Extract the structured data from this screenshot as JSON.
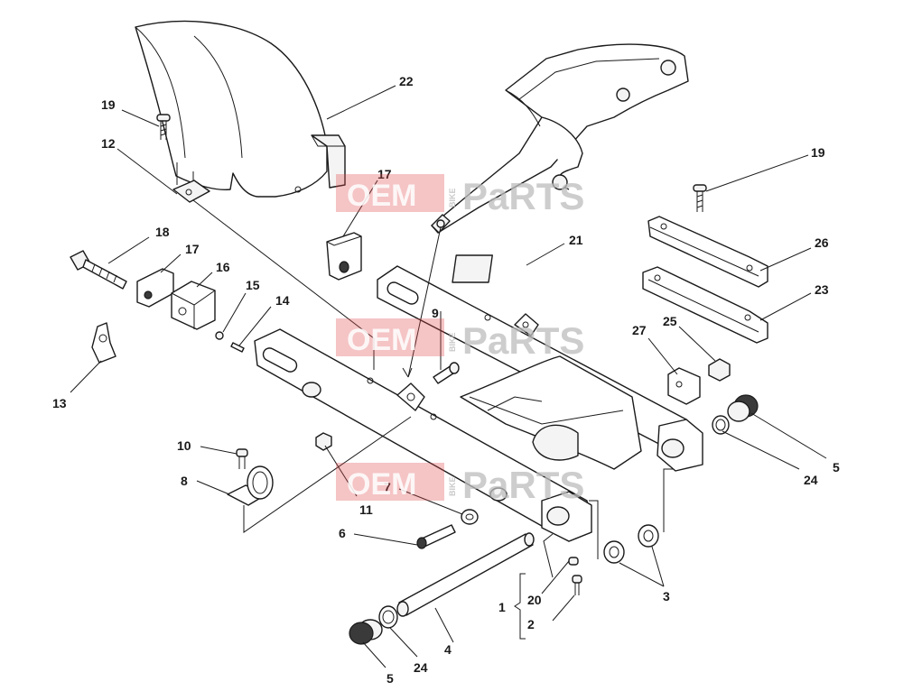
{
  "callouts": {
    "c22": "22",
    "c19a": "19",
    "c12": "12",
    "c17a": "17",
    "c19b": "19",
    "c18": "18",
    "c17b": "17",
    "c16": "16",
    "c15": "15",
    "c14": "14",
    "c21": "21",
    "c26": "26",
    "c23": "23",
    "c9": "9",
    "c13": "13",
    "c27": "27",
    "c25": "25",
    "c10": "10",
    "c8": "8",
    "c11": "11",
    "c5a": "5",
    "c24a": "24",
    "c7": "7",
    "c6": "6",
    "c3": "3",
    "c1": "1",
    "c20": "20",
    "c2": "2",
    "c4": "4",
    "c5b": "5",
    "c24b": "24"
  },
  "watermark": {
    "left": "OEM",
    "side": "BIKE",
    "right": "PaRTS"
  },
  "colors": {
    "watermark_accent": "#e0464b",
    "line": "#1a1a1a"
  }
}
